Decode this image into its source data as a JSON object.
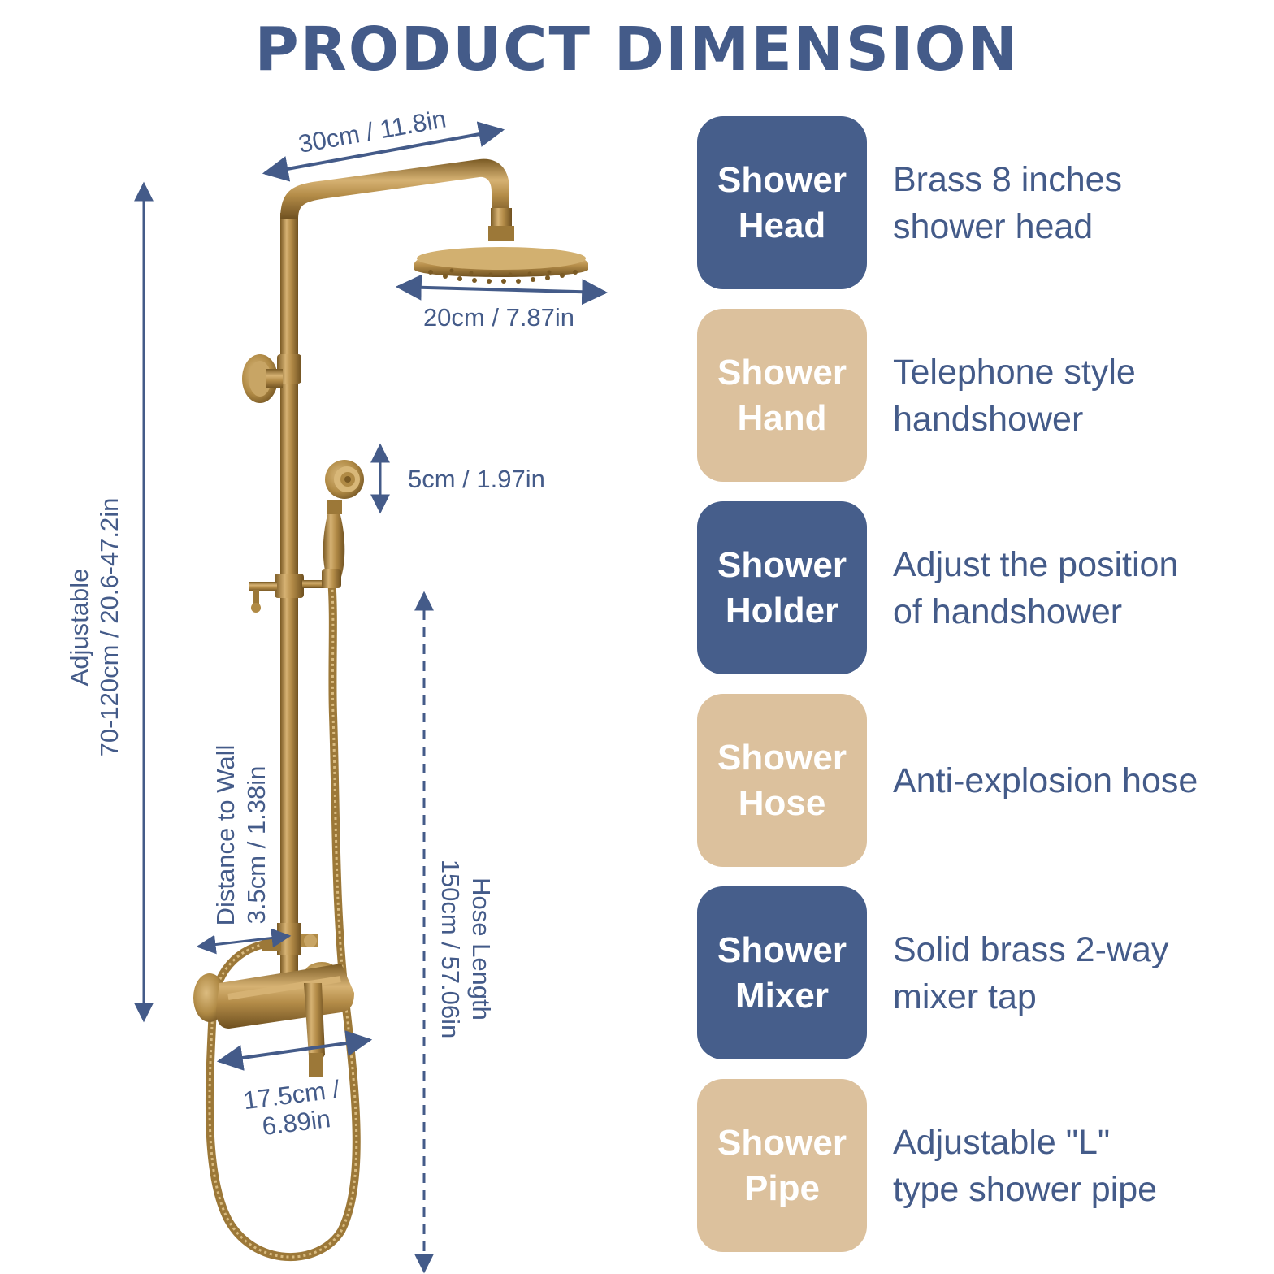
{
  "title": "PRODUCT DIMENSION",
  "dimensions": {
    "top_arm": "30cm / 11.8in",
    "head_diameter": "20cm / 7.87in",
    "handshower": "5cm / 1.97in",
    "adjustable_title": "Adjustable",
    "adjustable_value": "70-120cm / 20.6-47.2in",
    "wall_title": "Distance to Wall",
    "wall_value": "3.5cm / 1.38in",
    "hose_title": "Hose Length",
    "hose_value": "150cm / 57.06in",
    "mixer_line1": "17.5cm /",
    "mixer_line2": "6.89in"
  },
  "colors": {
    "navy": "#445b89",
    "badge_blue": "#465e8b",
    "badge_tan": "#dcc19d",
    "brass": "#b08a45"
  },
  "features": [
    {
      "badge_line1": "Shower",
      "badge_line2": "Head",
      "color": "blue",
      "desc_line1": "Brass 8 inches",
      "desc_line2": "shower head"
    },
    {
      "badge_line1": "Shower",
      "badge_line2": "Hand",
      "color": "tan",
      "desc_line1": "Telephone style",
      "desc_line2": "handshower"
    },
    {
      "badge_line1": "Shower",
      "badge_line2": "Holder",
      "color": "blue",
      "desc_line1": "Adjust the position",
      "desc_line2": "of handshower"
    },
    {
      "badge_line1": "Shower",
      "badge_line2": "Hose",
      "color": "tan",
      "desc_line1": "Anti-explosion hose",
      "desc_line2": ""
    },
    {
      "badge_line1": "Shower",
      "badge_line2": "Mixer",
      "color": "blue",
      "desc_line1": "Solid brass 2-way",
      "desc_line2": "mixer tap"
    },
    {
      "badge_line1": "Shower",
      "badge_line2": "Pipe",
      "color": "tan",
      "desc_line1": "Adjustable \"L\"",
      "desc_line2": "type shower pipe"
    }
  ]
}
